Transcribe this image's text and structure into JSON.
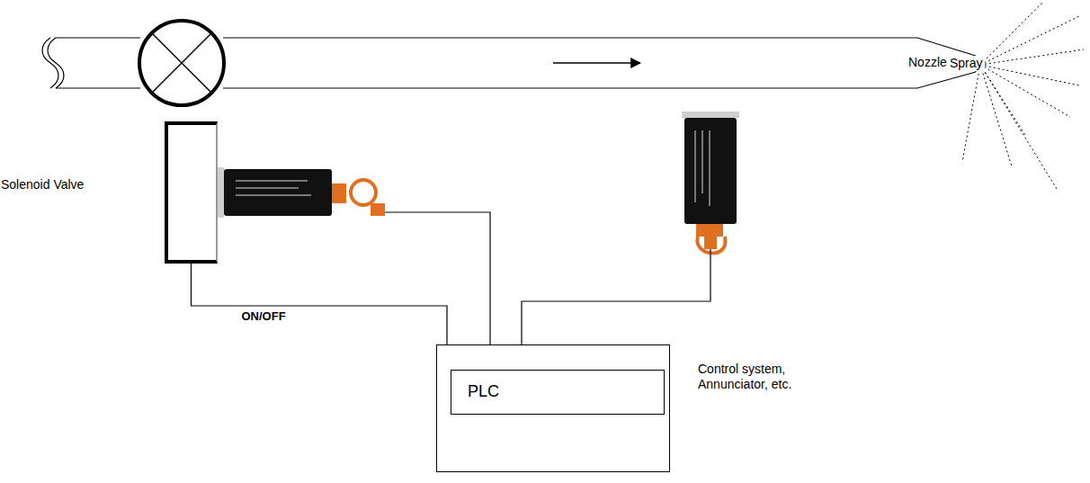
{
  "diagram": {
    "nodes": [
      {
        "text": [
          "Solenoid Valve"
        ]
      },
      {
        "text": [
          "Control system, Annunciator, etc."
        ]
      },
      {
        "text": [
          "PLC"
        ],
        "in": 1
      }
    ],
    "edges": [
      {
        "from": 0,
        "to": 1,
        "label": "ON/OFF",
        "arrow": "none"
      }
    ],
    "labels": [
      "Nozzle",
      "Spray"
    ]
  }
}
